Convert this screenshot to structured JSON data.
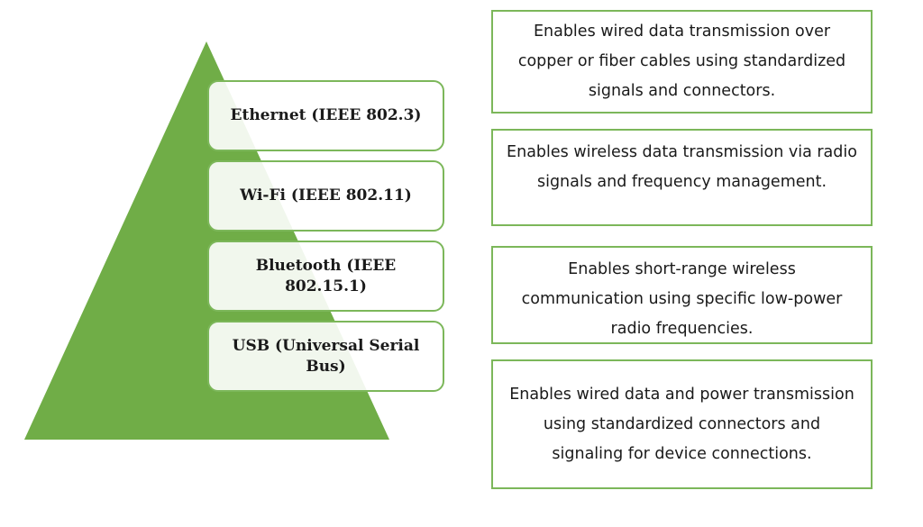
{
  "colors": {
    "pyramid_fill": "#70ad47",
    "box_border": "#7cb75a",
    "text": "#1a1a1a"
  },
  "layers": [
    {
      "label": "Ethernet (IEEE 802.3)",
      "description": "Enables wired data transmission over copper or fiber cables using standardized signals and connectors."
    },
    {
      "label": "Wi-Fi (IEEE 802.11)",
      "description": "Enables wireless data transmission via radio signals and frequency management."
    },
    {
      "label": "Bluetooth (IEEE 802.15.1)",
      "description": "Enables short-range wireless communication using specific low-power radio frequencies."
    },
    {
      "label": "USB (Universal Serial Bus)",
      "description": "Enables wired data and power transmission using standardized connectors and signaling for device connections."
    }
  ]
}
